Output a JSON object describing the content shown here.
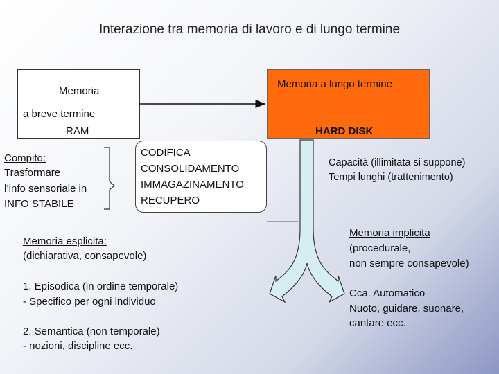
{
  "title": "Interazione tra memoria di lavoro e di lungo termine",
  "short_term": {
    "line1": "Memoria",
    "line2": "a breve termine",
    "line3": "RAM"
  },
  "long_term": {
    "label": "Memoria a lungo termine",
    "hw": "HARD DISK"
  },
  "task": {
    "heading": "Compito:",
    "line1": "Trasformare",
    "line2": "l’info sensoriale in",
    "line3": "INFO STABILE"
  },
  "processes": [
    "CODIFICA",
    "CONSOLIDAMENTO",
    "IMMAGAZINAMENTO",
    "RECUPERO"
  ],
  "capacity": {
    "line1": "Capacità (illimitata si suppone)",
    "line2": "Tempi lunghi (trattenimento)"
  },
  "explicit": {
    "heading": "Memoria esplicita:",
    "sub": "(dichiarativa, consapevole)",
    "ep1": "1.  Episodica (in ordine temporale)",
    "ep2": "- Specifico per ogni individuo",
    "sem1": "2. Semantica (non temporale)",
    "sem2": "- nozioni, discipline ecc."
  },
  "implicit": {
    "heading": "Memoria implicita",
    "sub1": "(procedurale,",
    "sub2": "non sempre consapevole)",
    "auto1": "Cca. Automatico",
    "auto2": "Nuoto, guidare, suonare,",
    "auto3": "cantare ecc."
  },
  "colors": {
    "orange": "#ff6a0c",
    "arrow_fill": "#d7eef0"
  }
}
